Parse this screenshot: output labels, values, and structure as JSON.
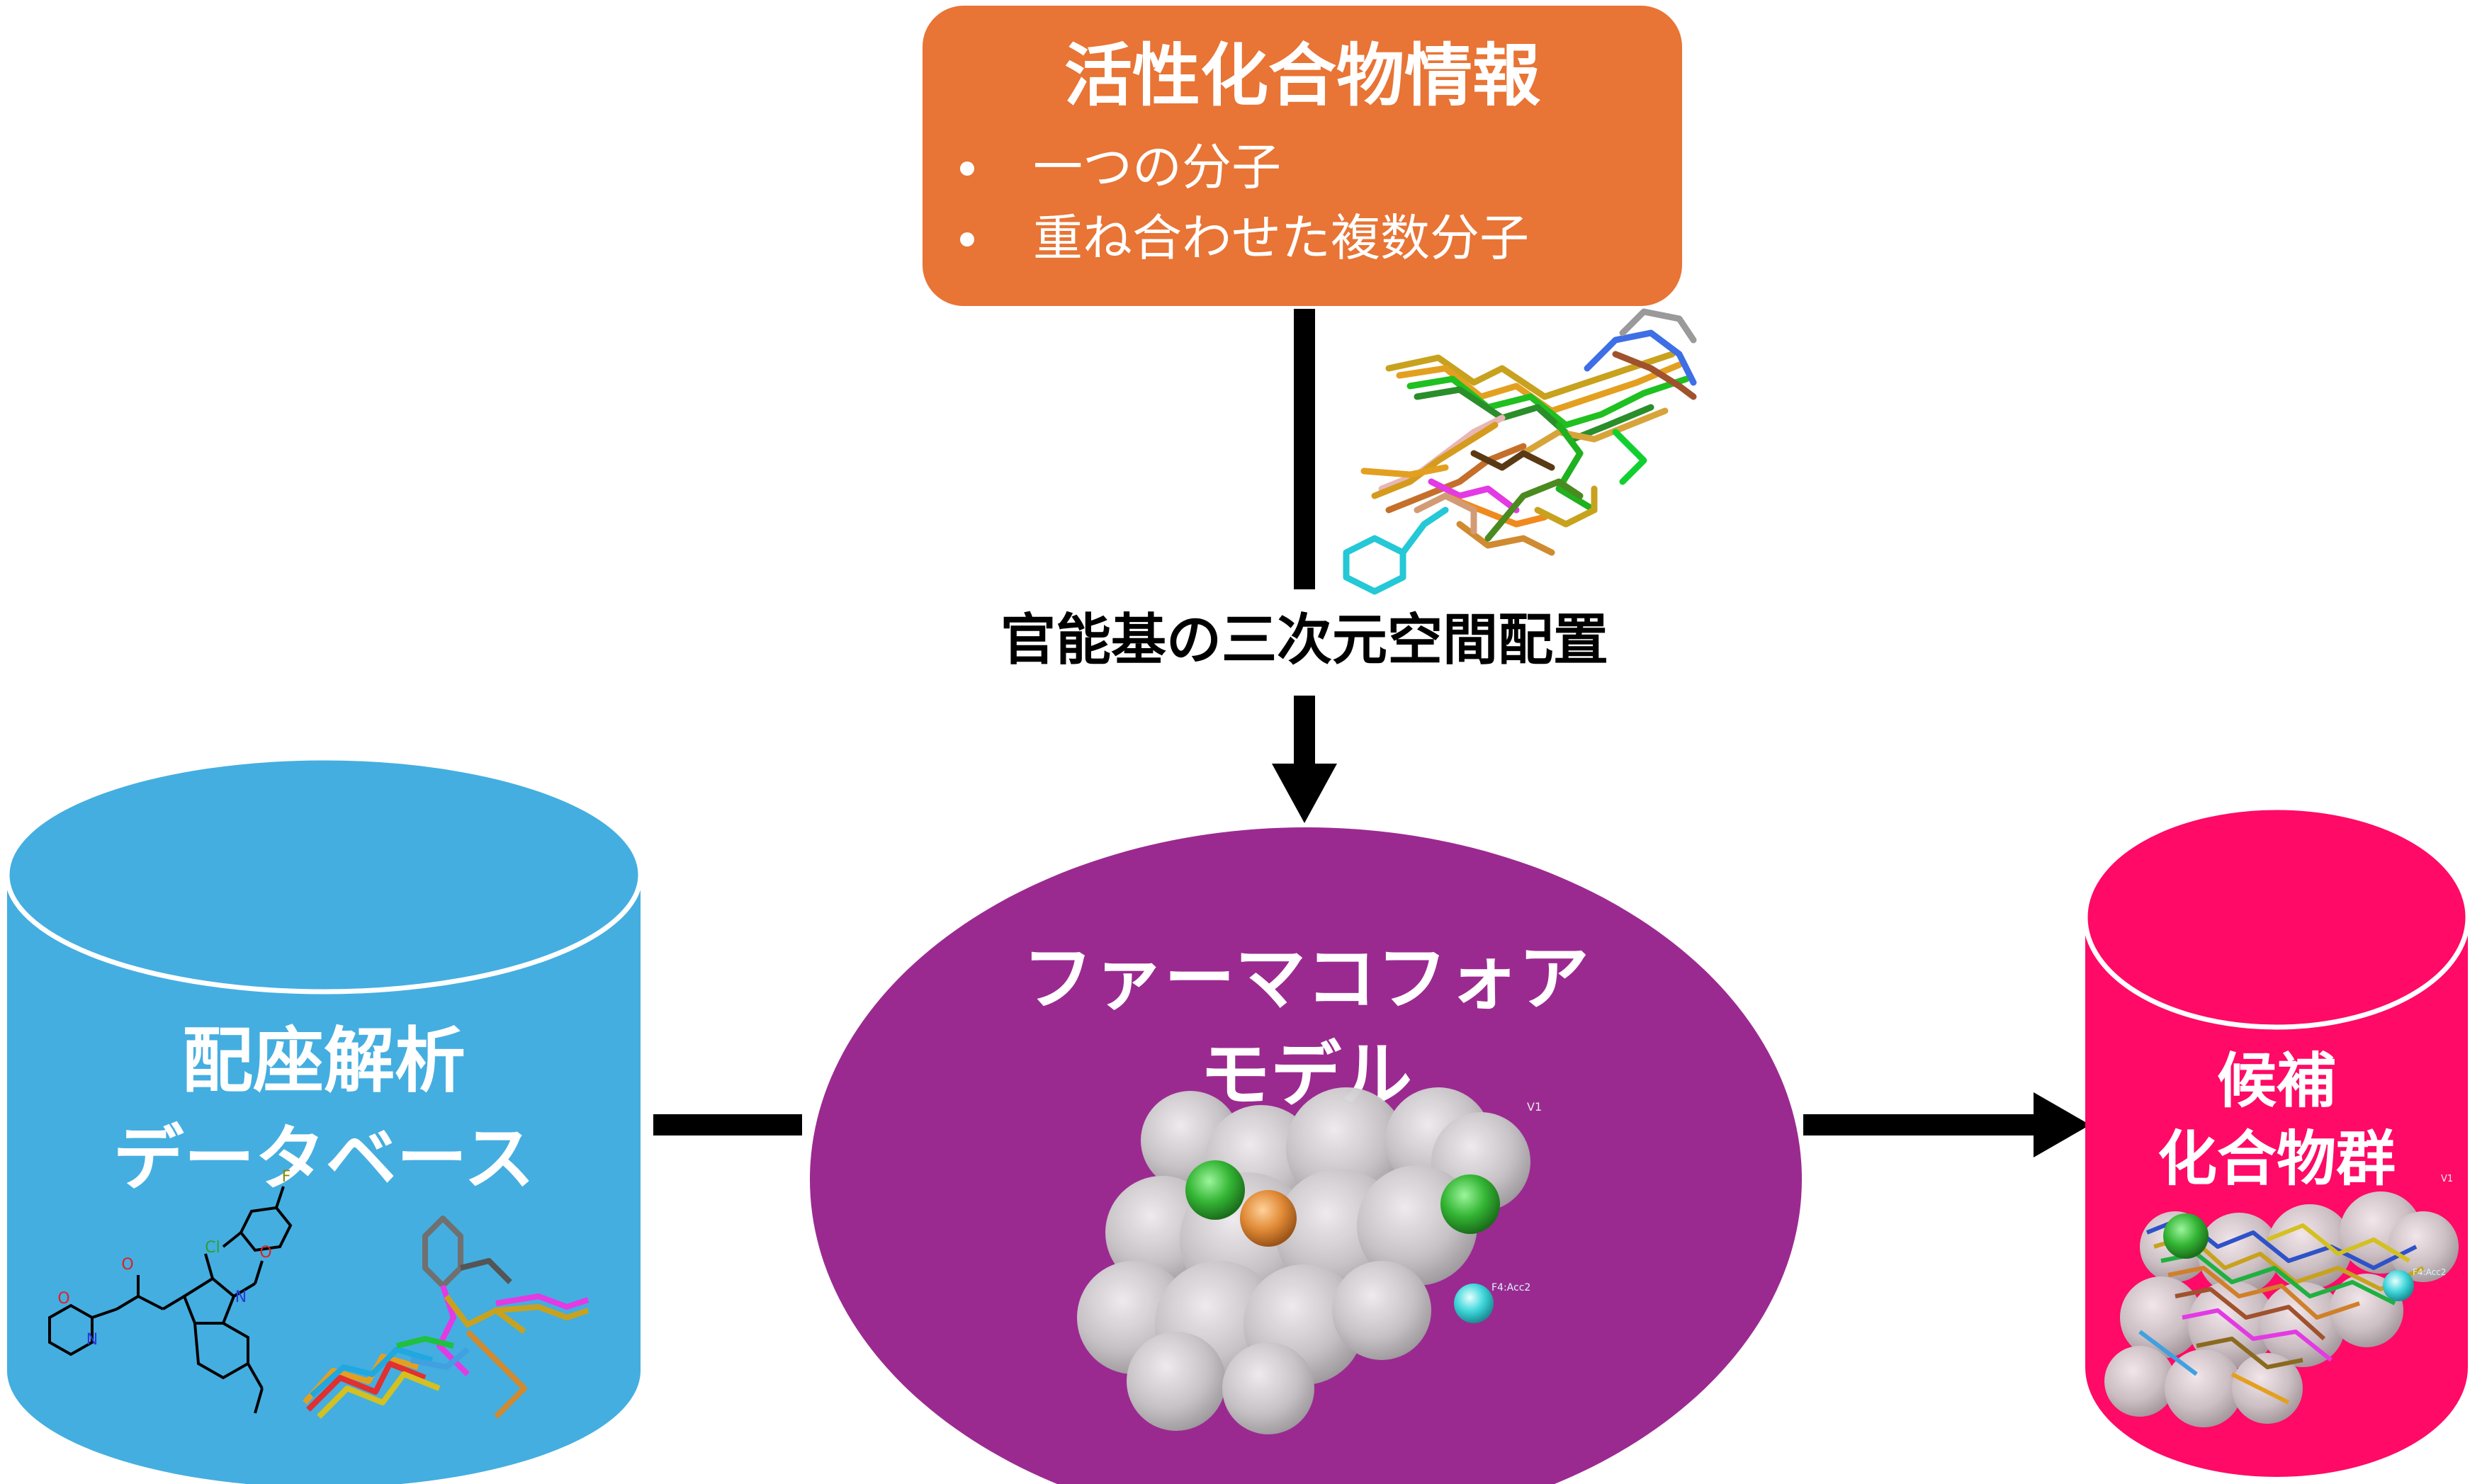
{
  "top_box": {
    "title": "活性化合物情報",
    "items": [
      "一つの分子",
      "重ね合わせた複数分子"
    ],
    "color": "#E87435"
  },
  "arrow_label": "官能基の三次元空間配置",
  "database": {
    "line1": "配座解析",
    "line2": "データベース",
    "color": "#44AEE0",
    "molecule_labels": {
      "fluorine": "F",
      "chlorine": "Cl",
      "nitrogen1": "N",
      "nitrogen2": "N",
      "oxygen1": "O",
      "oxygen2": "O",
      "oxygen3": "O"
    }
  },
  "pharmacophore": {
    "line1": "ファーマコフォア",
    "line2": "モデル",
    "color": "#9B2A90",
    "feature_labels": [
      "V1",
      "F4:Acc2"
    ]
  },
  "candidates": {
    "line1": "候補",
    "line2": "化合物群",
    "color": "#FF0A66",
    "feature_labels": [
      "V1",
      "F4:Acc2"
    ]
  }
}
